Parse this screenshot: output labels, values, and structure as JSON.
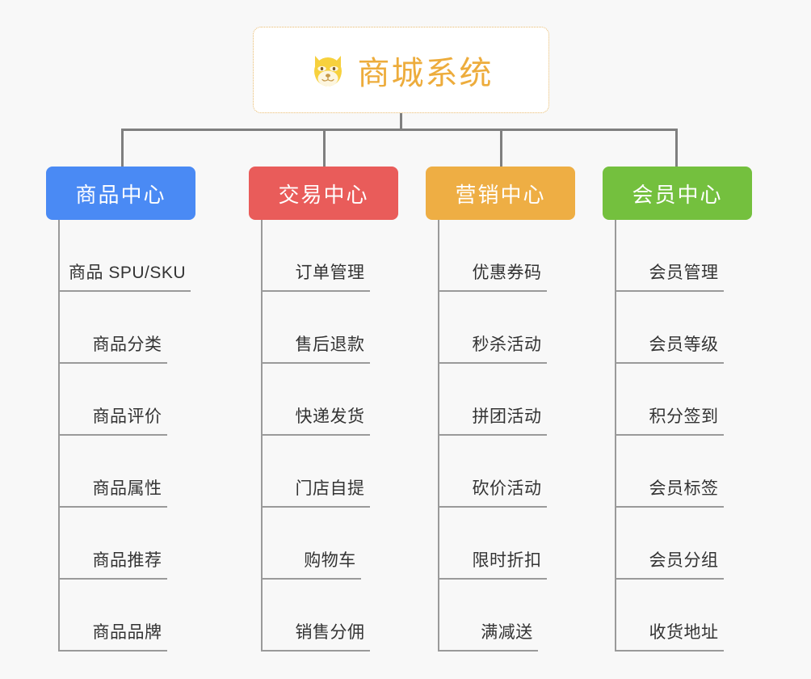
{
  "page": {
    "background_color": "#f8f8f8",
    "line_color": "#7f7f7f",
    "leaf_line_color": "#9a9a9a"
  },
  "root": {
    "title": "商城系统",
    "icon": "dog-face-icon",
    "icon_glyph": "🐕",
    "text_color": "#edac3c",
    "border_color": "#e8b96a",
    "background": "#ffffff"
  },
  "columns": [
    {
      "id": "product-center",
      "header": "商品中心",
      "color": "#4a8af4",
      "leaves": [
        "商品 SPU/SKU",
        "商品分类",
        "商品评价",
        "商品属性",
        "商品推荐",
        "商品品牌"
      ]
    },
    {
      "id": "trade-center",
      "header": "交易中心",
      "color": "#e95c5a",
      "leaves": [
        "订单管理",
        "售后退款",
        "快递发货",
        "门店自提",
        "购物车",
        "销售分佣"
      ]
    },
    {
      "id": "marketing-center",
      "header": "营销中心",
      "color": "#eeae44",
      "leaves": [
        "优惠券码",
        "秒杀活动",
        "拼团活动",
        "砍价活动",
        "限时折扣",
        "满减送"
      ]
    },
    {
      "id": "member-center",
      "header": "会员中心",
      "color": "#74c03e",
      "leaves": [
        "会员管理",
        "会员等级",
        "积分签到",
        "会员标签",
        "会员分组",
        "收货地址"
      ]
    }
  ]
}
